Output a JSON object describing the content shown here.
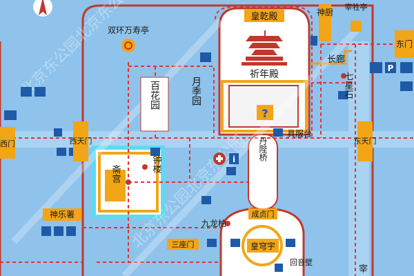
{
  "colors": {
    "background": "#8fc3ec",
    "wall": "#c0392b",
    "route": "#e8302e",
    "label_fill": "#f2a516",
    "label_text": "#1b1b1b",
    "highlight_square": "#5fdaf0",
    "orange_path": "#f39c12"
  },
  "places": {
    "huanggian_dian": "皇乾殿",
    "shenchu": "神厨",
    "zaiting": "宰牲亭",
    "shuanghuan": "双环万寿亭",
    "dongmen": "东门",
    "changlang": "长廊",
    "qixingshi": "七星石",
    "qiniandian": "祈年殿",
    "baihuayuan": "百花园",
    "yuejiyuan": "月季园",
    "ximen": "西门",
    "xitianmen": "西天门",
    "dongtianmen": "东天门",
    "jufutai": "具服台",
    "danbiqiao": "丹陛桥",
    "zhaigong": "斋宫",
    "zhonglou": "钟楼",
    "shenyueshu": "神乐署",
    "jiulongbai": "九龙柏",
    "chengzhenmen": "成贞门",
    "sanzuomen": "三座门",
    "huangqiongyu": "皇穹宇",
    "huiyinbi": "回音壁",
    "zai_partial": "宰"
  },
  "watermark": "北京东公园北京东公园",
  "icons": [
    "compass-icon",
    "pavilion-icon",
    "toilet-icon",
    "parking-icon",
    "telephone-icon",
    "info-icon",
    "first-aid-icon",
    "restaurant-icon",
    "shop-icon",
    "question-icon"
  ]
}
